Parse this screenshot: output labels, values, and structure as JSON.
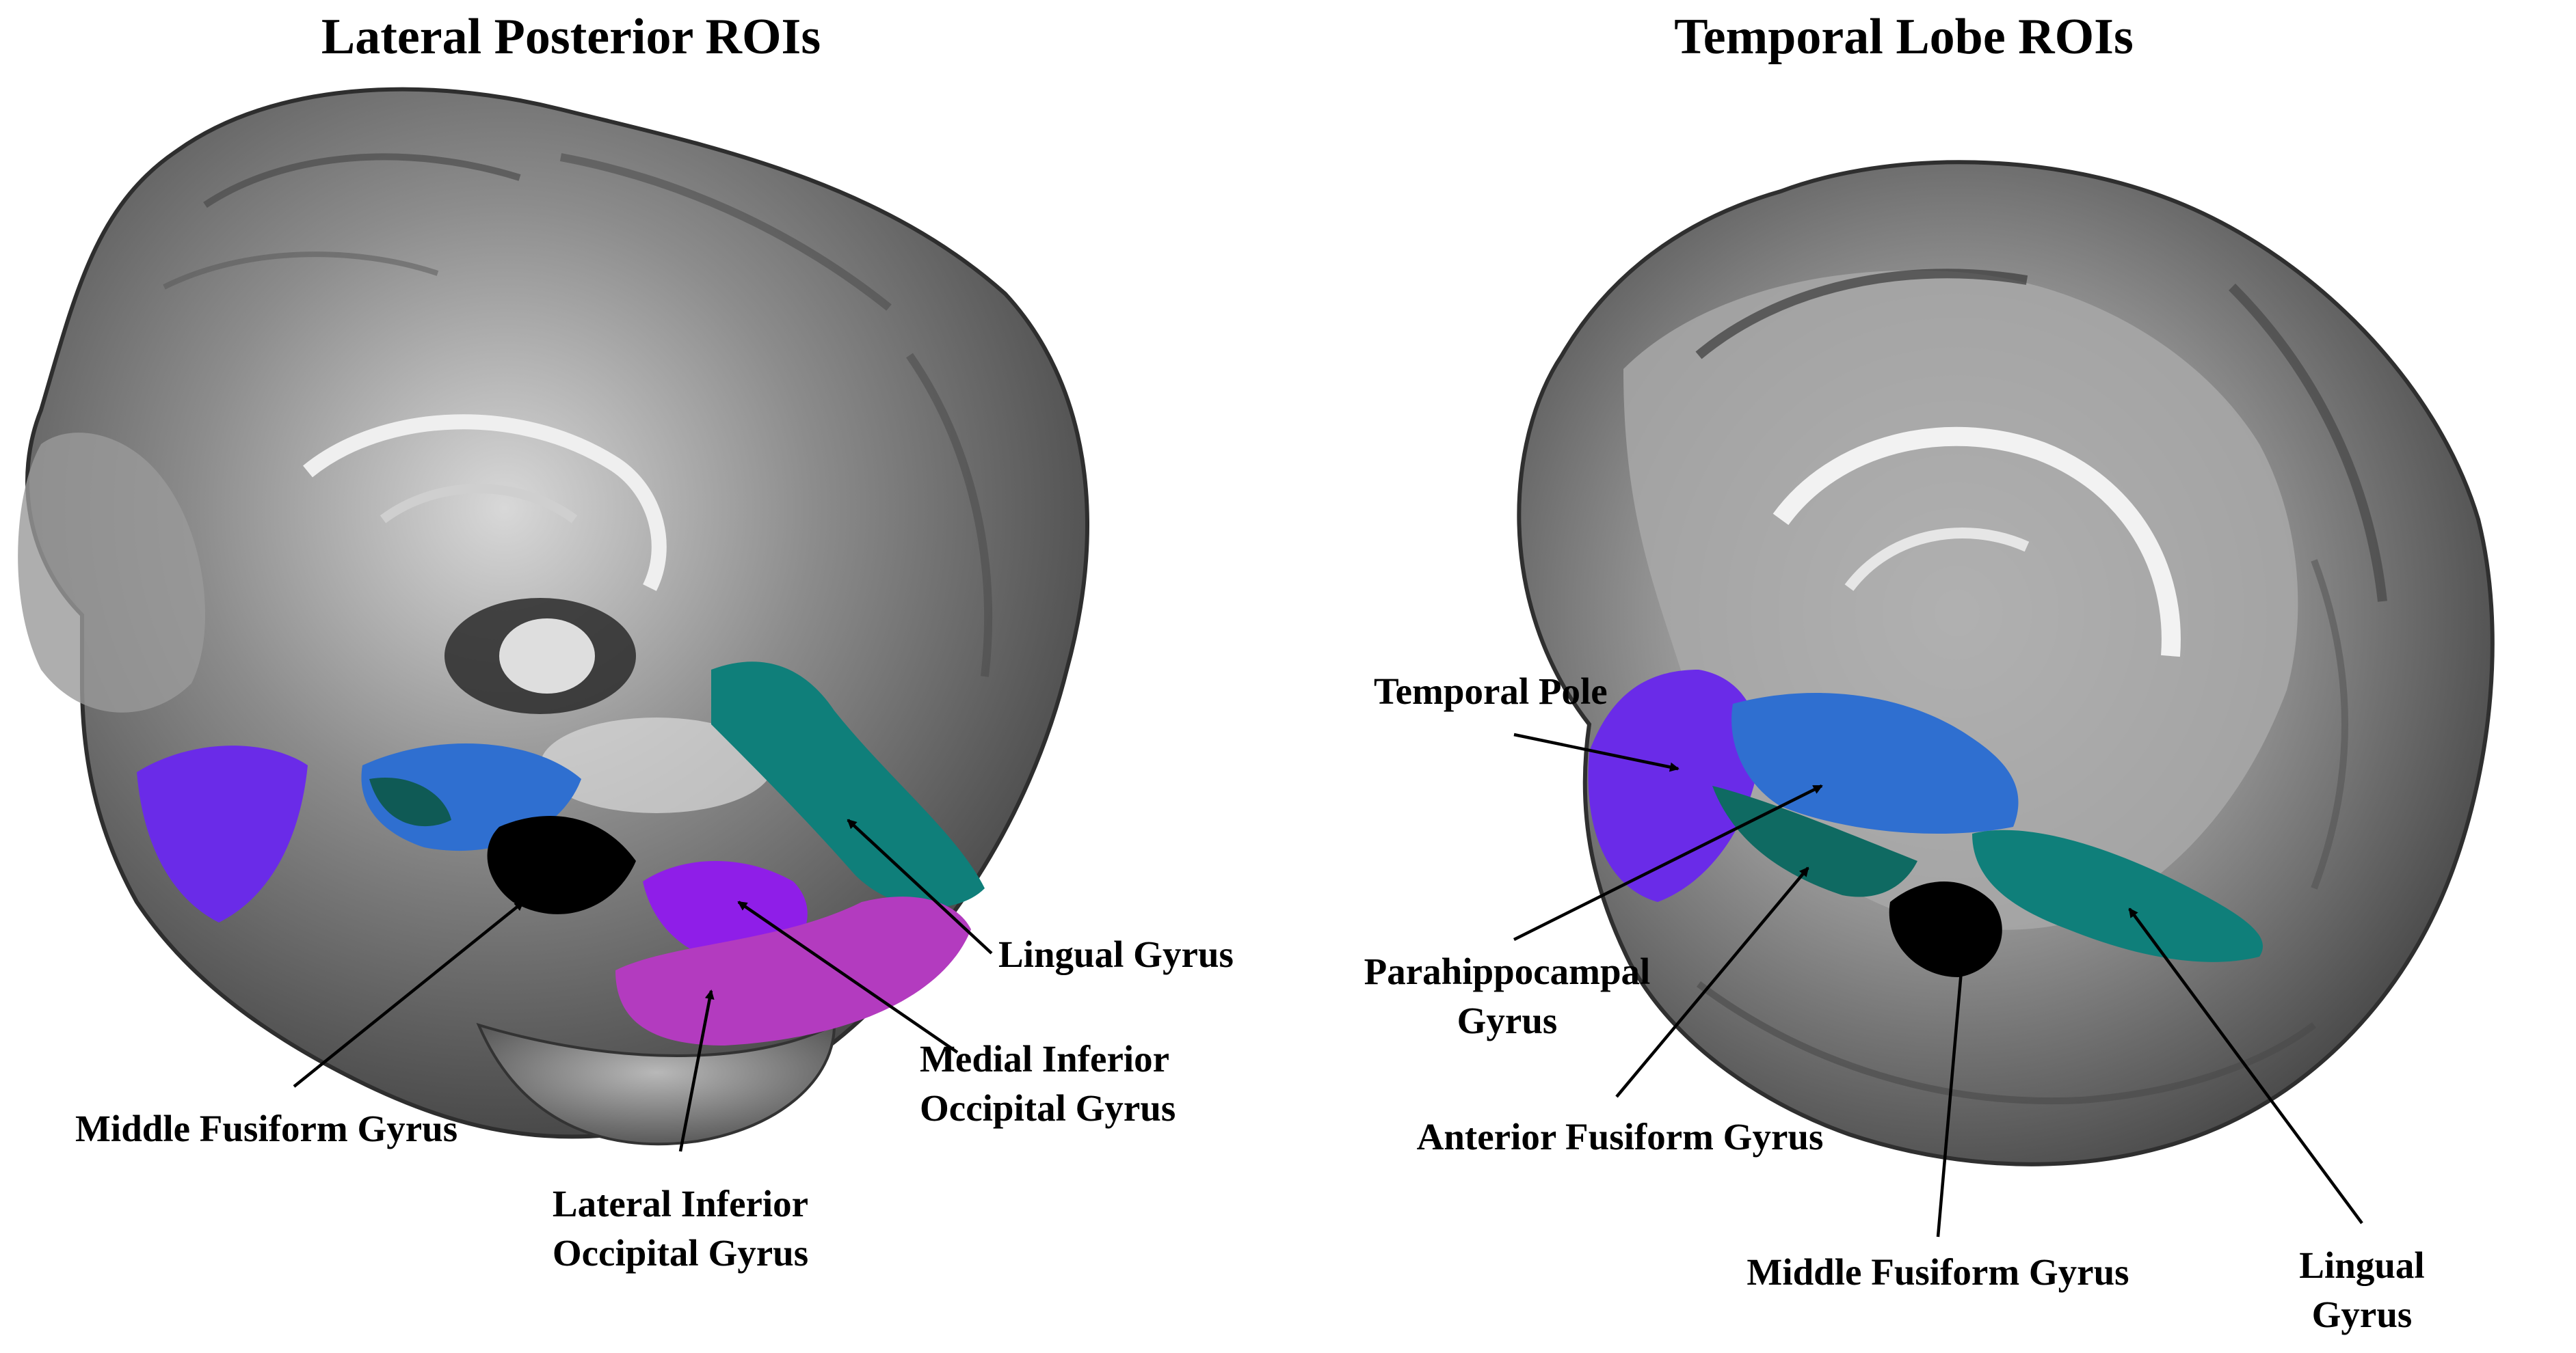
{
  "left_panel": {
    "title": "Lateral Posterior ROIs",
    "labels": {
      "lingual": "Lingual Gyrus",
      "medial_ioc_1": "Medial Inferior",
      "medial_ioc_2": "Occipital Gyrus",
      "middle_fusiform": "Middle Fusiform Gyrus",
      "lateral_ioc_1": "Lateral Inferior",
      "lateral_ioc_2": "Occipital Gyrus"
    }
  },
  "right_panel": {
    "title": "Temporal Lobe ROIs",
    "labels": {
      "temporal_pole": "Temporal Pole",
      "parahippocampal_1": "Parahippocampal",
      "parahippocampal_2": "Gyrus",
      "anterior_fusiform": "Anterior Fusiform Gyrus",
      "middle_fusiform": "Middle Fusiform Gyrus",
      "lingual_1": "Lingual",
      "lingual_2": "Gyrus"
    }
  },
  "colors": {
    "background": "#ffffff",
    "brain_gray": "#7a7a7a",
    "roi_purple": "#6a2be8",
    "roi_blue": "#2f6fd0",
    "roi_teal": "#0f7f7a",
    "roi_black": "#000000",
    "roi_violet": "#8f1ee8",
    "roi_magenta": "#b33bbf"
  }
}
